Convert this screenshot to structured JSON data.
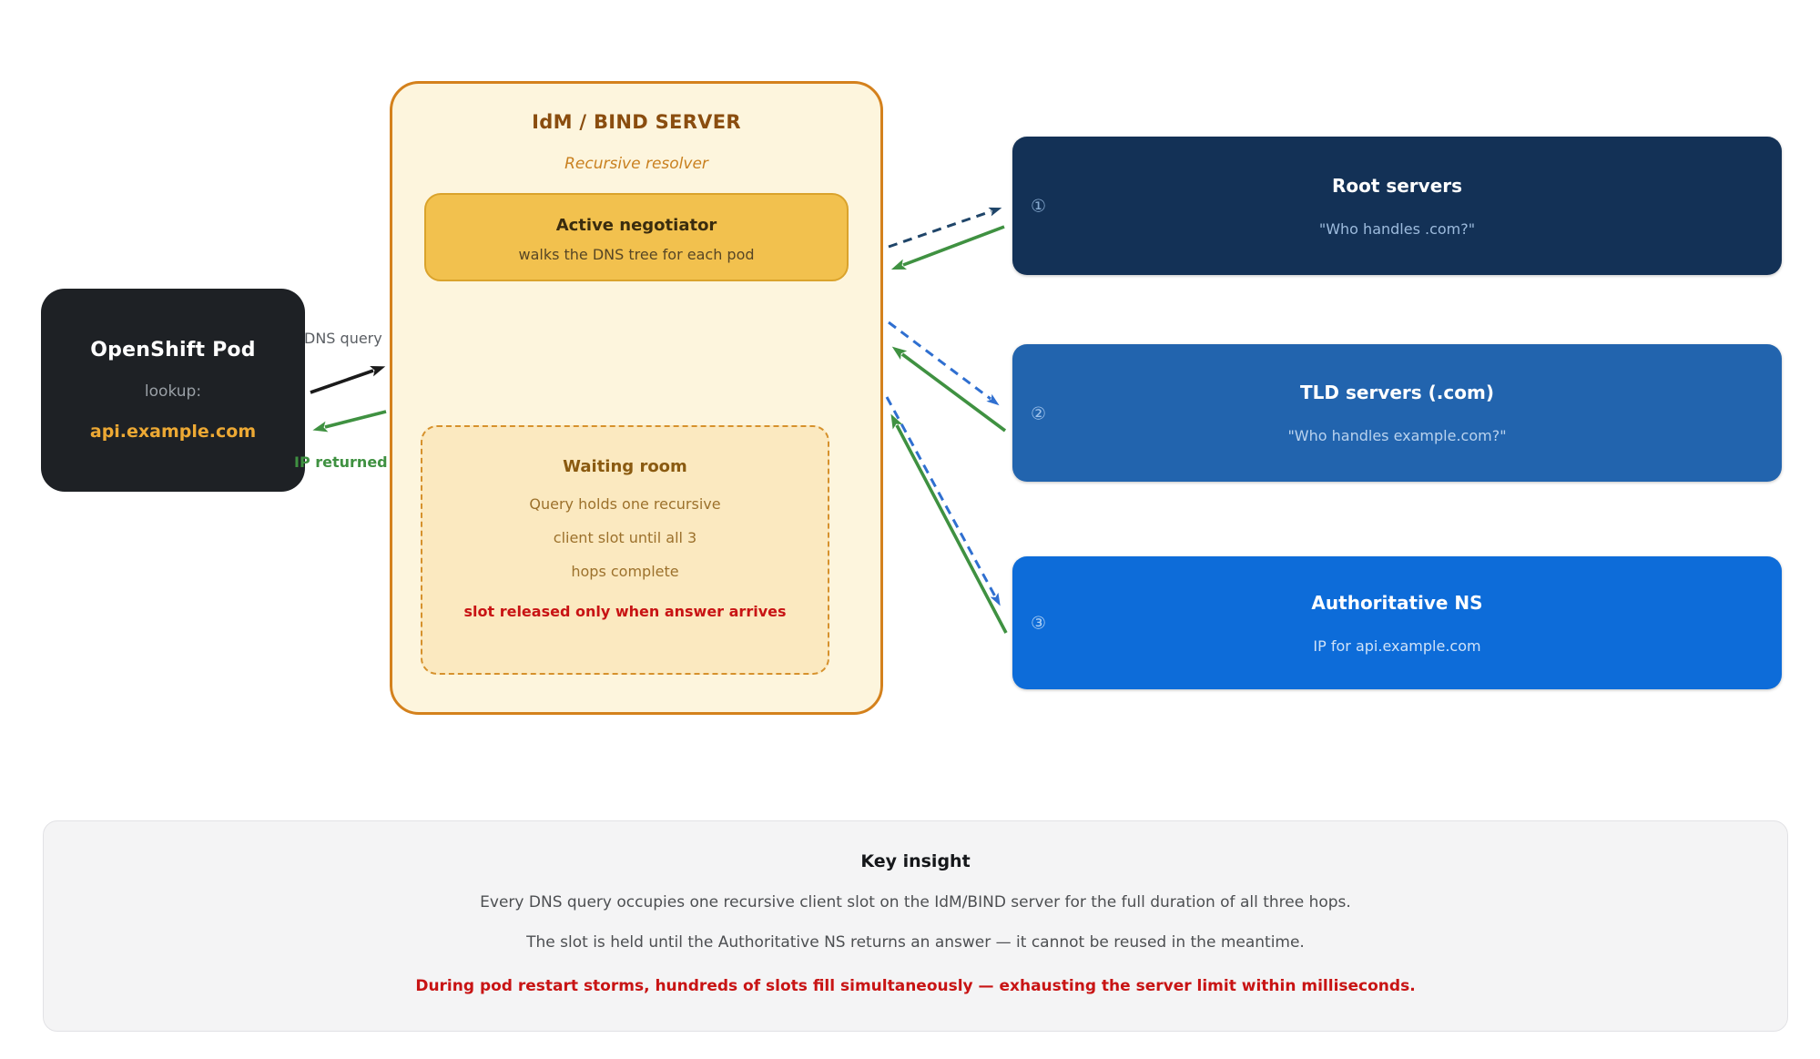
{
  "colors": {
    "pod_bg": "#1e2125",
    "pod_domain": "#eda934",
    "idm_bg": "#fdf5dd",
    "idm_border": "#d4811c",
    "idm_title": "#8a4d0f",
    "idm_subtitle": "#c9801f",
    "negotiator_bg": "#f2c14e",
    "waiting_bg": "#fbe9c0",
    "waiting_border": "#d6912c",
    "waiting_title": "#8a5a10",
    "waiting_text": "#9c712c",
    "alert_red": "#c81414",
    "root_bg": "#133156",
    "tld_bg": "#2264ae",
    "auth_bg": "#0d6cd9",
    "query_arrow": "#1a1a1a",
    "return_arrow": "#3f9141",
    "hop1_arrow": "#1f4569",
    "hop23_arrow": "#2f6fd0",
    "insight_bg": "#f4f4f5"
  },
  "pod": {
    "title": "OpenShift Pod",
    "label": "lookup:",
    "domain": "api.example.com"
  },
  "pod_arrows": {
    "query_label": "DNS query",
    "return_label": "IP returned"
  },
  "idm": {
    "title": "IdM / BIND SERVER",
    "subtitle": "Recursive resolver",
    "negotiator": {
      "title": "Active negotiator",
      "description": "walks the DNS tree for each pod"
    },
    "waiting_room": {
      "title": "Waiting room",
      "lines": [
        "Query holds one recursive",
        "client slot until all 3",
        "hops complete"
      ],
      "alert": "slot released only when answer arrives"
    }
  },
  "servers": [
    {
      "badge": "①",
      "title": "Root servers",
      "subtitle": "\"Who handles .com?\""
    },
    {
      "badge": "②",
      "title": "TLD servers (.com)",
      "subtitle": "\"Who handles example.com?\""
    },
    {
      "badge": "③",
      "title": "Authoritative NS",
      "subtitle": "IP for api.example.com"
    }
  ],
  "insight": {
    "title": "Key insight",
    "line1": "Every DNS query occupies one recursive client slot on the IdM/BIND server for the full duration of all three hops.",
    "line2": "The slot is held until the Authoritative NS returns an answer — it cannot be reused in the meantime.",
    "alert": "During pod restart storms, hundreds of slots fill simultaneously — exhausting the server limit within milliseconds."
  }
}
